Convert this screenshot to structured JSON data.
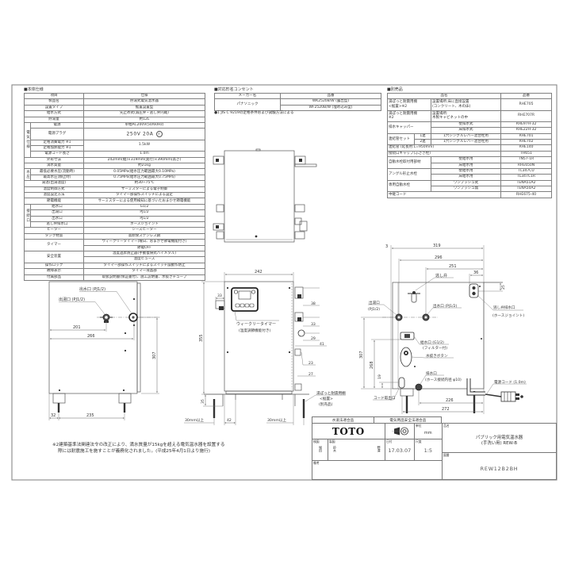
{
  "spec": {
    "heading": "■本体仕様",
    "col_item": "項目",
    "col_spec": "仕様",
    "product_name": {
      "label": "製品名",
      "value": "貯湯式電気温水器"
    },
    "install_type": {
      "label": "設置タイプ",
      "value": "据置設置型"
    },
    "supply_method": {
      "label": "給水方式",
      "value": "先止め式(減圧弁・逃し弁内蔵)"
    },
    "capacity": {
      "label": "貯湯量",
      "value": "約12L"
    },
    "electric": {
      "group": "電気仕様",
      "power": {
        "label": "電源",
        "value": "単相AC200V(50/60Hz)"
      },
      "plug": {
        "label": "電源プラグ",
        "value": "250V 20A",
        "icon": "grounded-plug-symbol"
      },
      "consumption": {
        "label": "定格消費電力 ※1"
      },
      "heating": {
        "label": "定格加熱能力 ※1"
      },
      "rated_value": "1.5kW",
      "cord": {
        "label": "電源コード長さ",
        "value": "1.0m"
      }
    },
    "dimensions": {
      "label": "外形寸法",
      "value": "242mm(幅)×319mm(奥行)×390mm(高さ)"
    },
    "weight": {
      "label": "満水質量",
      "value": "約21kg"
    },
    "pressure": {
      "group": "水圧",
      "min": {
        "label": "最低必要水圧(流動時)",
        "value": "0.05MPa(給水圧力範囲最大0.10MPa)"
      },
      "max": {
        "label": "最高水圧(静止時)",
        "value": "0.75MPa(給水圧力範囲最大0.75MPa)"
      }
    },
    "temperature": {
      "label": "湯温(出湯温度)",
      "value": "約30~75℃"
    },
    "control": {
      "label": "温度制御方式",
      "value": "サーミスターによる電子制御"
    },
    "setting": {
      "label": "温度設定方法",
      "value": "タイマー部操作スイッチによる設定"
    },
    "saving": {
      "label": "節電機能",
      "value": "サーミスターによる使用検知に基づいたおまかせ節電機能"
    },
    "ports": {
      "group": "接続口",
      "inlet": {
        "label": "給水口",
        "value": "G1/2"
      },
      "hot": {
        "label": "出湯口",
        "value": "PJ1/2"
      },
      "cold": {
        "label": "出水口",
        "value": "PJ1/2"
      },
      "drain": {
        "label": "逃し弁排水口",
        "value": "ホースジョイント"
      }
    },
    "heater": {
      "label": "ヒーター",
      "value": "シーズヒーター"
    },
    "tank": {
      "label": "タンク材質",
      "value": "高耐食ステンレス鋼"
    },
    "timer": {
      "label": "タイマー",
      "value1": "ウィークリータイマー(曜日、おまかせ節電機能付き)",
      "value2": "節電OFF"
    },
    "safety": {
      "label": "安全装置",
      "value1": "温度過昇防止器(手動復帰式バイメタル)",
      "value2": "温度ヒューズ"
    },
    "lock": {
      "label": "操作ロック",
      "value": "タイマー部操作スイッチによるスイッチ誤動作防止"
    },
    "error": {
      "label": "故障表示",
      "value": "タイマー液晶部"
    },
    "accessories": {
      "label": "付属部品",
      "value": "取扱説明書(保証書付)、施工説明書、水抜きチューブ"
    }
  },
  "outlet": {
    "heading": "■対応形名コンセント",
    "col_maker": "メーカー名",
    "col_part": "品番",
    "maker": "パナソニック",
    "part_exposed": "WK2520B/W (露出型)",
    "part_embedded": "WF2520B/W (埋め込み型)",
    "note": "●1 JIS C 9219の定格条件および試験方法による"
  },
  "options": {
    "heading": "■別売品",
    "col_name": "品名",
    "col_part": "品番",
    "shelf_floor": {
      "name1": "湯ぽっと耐震用棚",
      "name2": "<据置>※2",
      "desc1": "設置場所:床に直接設置",
      "desc2": "(コンクリート、木の床)",
      "part": "RHE705"
    },
    "shelf_cabinet": {
      "name1": "湯ぽっと耐震用棚",
      "name2": "※2",
      "desc1": "設置場所:",
      "desc2": "木製キャビネットの中",
      "part": "RHE707R"
    },
    "drain_capper": {
      "name": "排水キャッパー",
      "wall": "壁排水式",
      "wall_part": "RHE97H-32",
      "floor": "床排水式",
      "floor_part": "RHE22H-32"
    },
    "connect_set": {
      "name": "連結管セット",
      "single": "1連",
      "single_desc": "1穴シングルレバー混合栓用",
      "single_part": "RHE701",
      "double": "2連",
      "double_desc": "1穴シングルレバー混合栓用",
      "double_part": "RHE702"
    },
    "extension_pipe": {
      "name": "連結管 (延長用:L=950mm)",
      "part": "RHE140"
    },
    "cap": {
      "name": "接続口キャップ(ふさぎ栓)",
      "part": "TH651"
    },
    "faucet_fitting": {
      "name": "自動水栓取付用部材",
      "wall": "壁給水用",
      "wall_part": "TN57-1R",
      "floor": "床給水用",
      "floor_part": "RHE650N"
    },
    "angle_valve": {
      "name": "アングル形止水栓",
      "wall": "壁給水用",
      "wall_part": "TL347CU",
      "floor": "床給水用",
      "floor_part": "TL347C1R"
    },
    "auto_faucet": {
      "name": "専用自動水栓",
      "push": "ワンプッシュ式",
      "push_part": "TENA51A2",
      "nopush": "ワンプッシュ無",
      "nopush_part": "TENA50A2"
    },
    "relay_cord": {
      "name": "中継コード",
      "part": "RHE675-40"
    }
  },
  "drawings": {
    "left": {
      "cold_outlet": "出水口 (PJ1/2)",
      "hot_outlet": "出湯口 (PJ1/2)",
      "dim_201": "201",
      "dim_266": "266",
      "dim_307": "307",
      "dim_32": "32",
      "dim_235": "235"
    },
    "front": {
      "dim_242": "242",
      "dim_355": "355",
      "dim_33a": "33",
      "dim_38": "38",
      "dim_33b": "33",
      "dim_29": "29",
      "dim_41": "41",
      "dim_23": "23",
      "dim_27": "27",
      "dim_35": "35",
      "clear_left": "30mm以上",
      "dim_42": "42",
      "clear_right": "30mm以上",
      "timer_label": "ウィークリータイマー",
      "timer_sub": "(温度調節機能付き)",
      "stand_label": "湯ぽっと耐震用棚",
      "stand_type": "<据置>",
      "stand_note": "(別売品)"
    },
    "right": {
      "dim_3": "3",
      "dim_319": "319",
      "dim_296": "296",
      "dim_251": "251",
      "dim_36": "36",
      "dim_25": "25",
      "relief_valve": "逃し弁",
      "hot_outlet": "出湯口",
      "hot_outlet_size": "(PJ1/2)",
      "cold_outlet": "出水口 (PJ1/2)",
      "relief_drain": "逃し弁排水口",
      "relief_drain_sub": "(ホースジョイント)",
      "inlet": "給水口 (G1/2)",
      "inlet_sub": "(フィルター付)",
      "drain_button": "水抜きボタン",
      "drain": "排水口",
      "drain_sub": "(ホース接続内径 φ10)",
      "cord_exit": "コード取出口",
      "power_cord": "電源コード (1.0m)",
      "dim_307": "307",
      "dim_268": "268",
      "dim_19": "19",
      "dim_226": "226",
      "dim_272": "272"
    }
  },
  "footnote": {
    "line1": "※2建築基準法関連法令の改正により、満水質量が15kgを超える電気温水器を設置する",
    "line2": "際には耐震施工を施すことが義務化されました。(平成25年4月1日より施行)"
  },
  "title_block": {
    "water_cert": "水道法適合品",
    "elec_cert": "電気用品安全法適合品",
    "brand": "TOTO",
    "projection_icon": "third-angle-projection-symbol",
    "unit_label": "単位",
    "unit": "mm",
    "checked_label": "検図",
    "checked_by": "堀田",
    "drawn_label": "製図",
    "drawn_by": "鈴木",
    "drawn_by_2": "野澤",
    "date_label": "日付",
    "date": "17.03.07",
    "scale_label": "尺度",
    "scale": "1:5",
    "remarks_label": "備考",
    "product_label": "品名",
    "product_name": "パブリック用電気温水器",
    "product_sub": "(手洗い用) REW-B",
    "drawing_no_label": "図番",
    "drawing_no": "REW12B2BH"
  }
}
